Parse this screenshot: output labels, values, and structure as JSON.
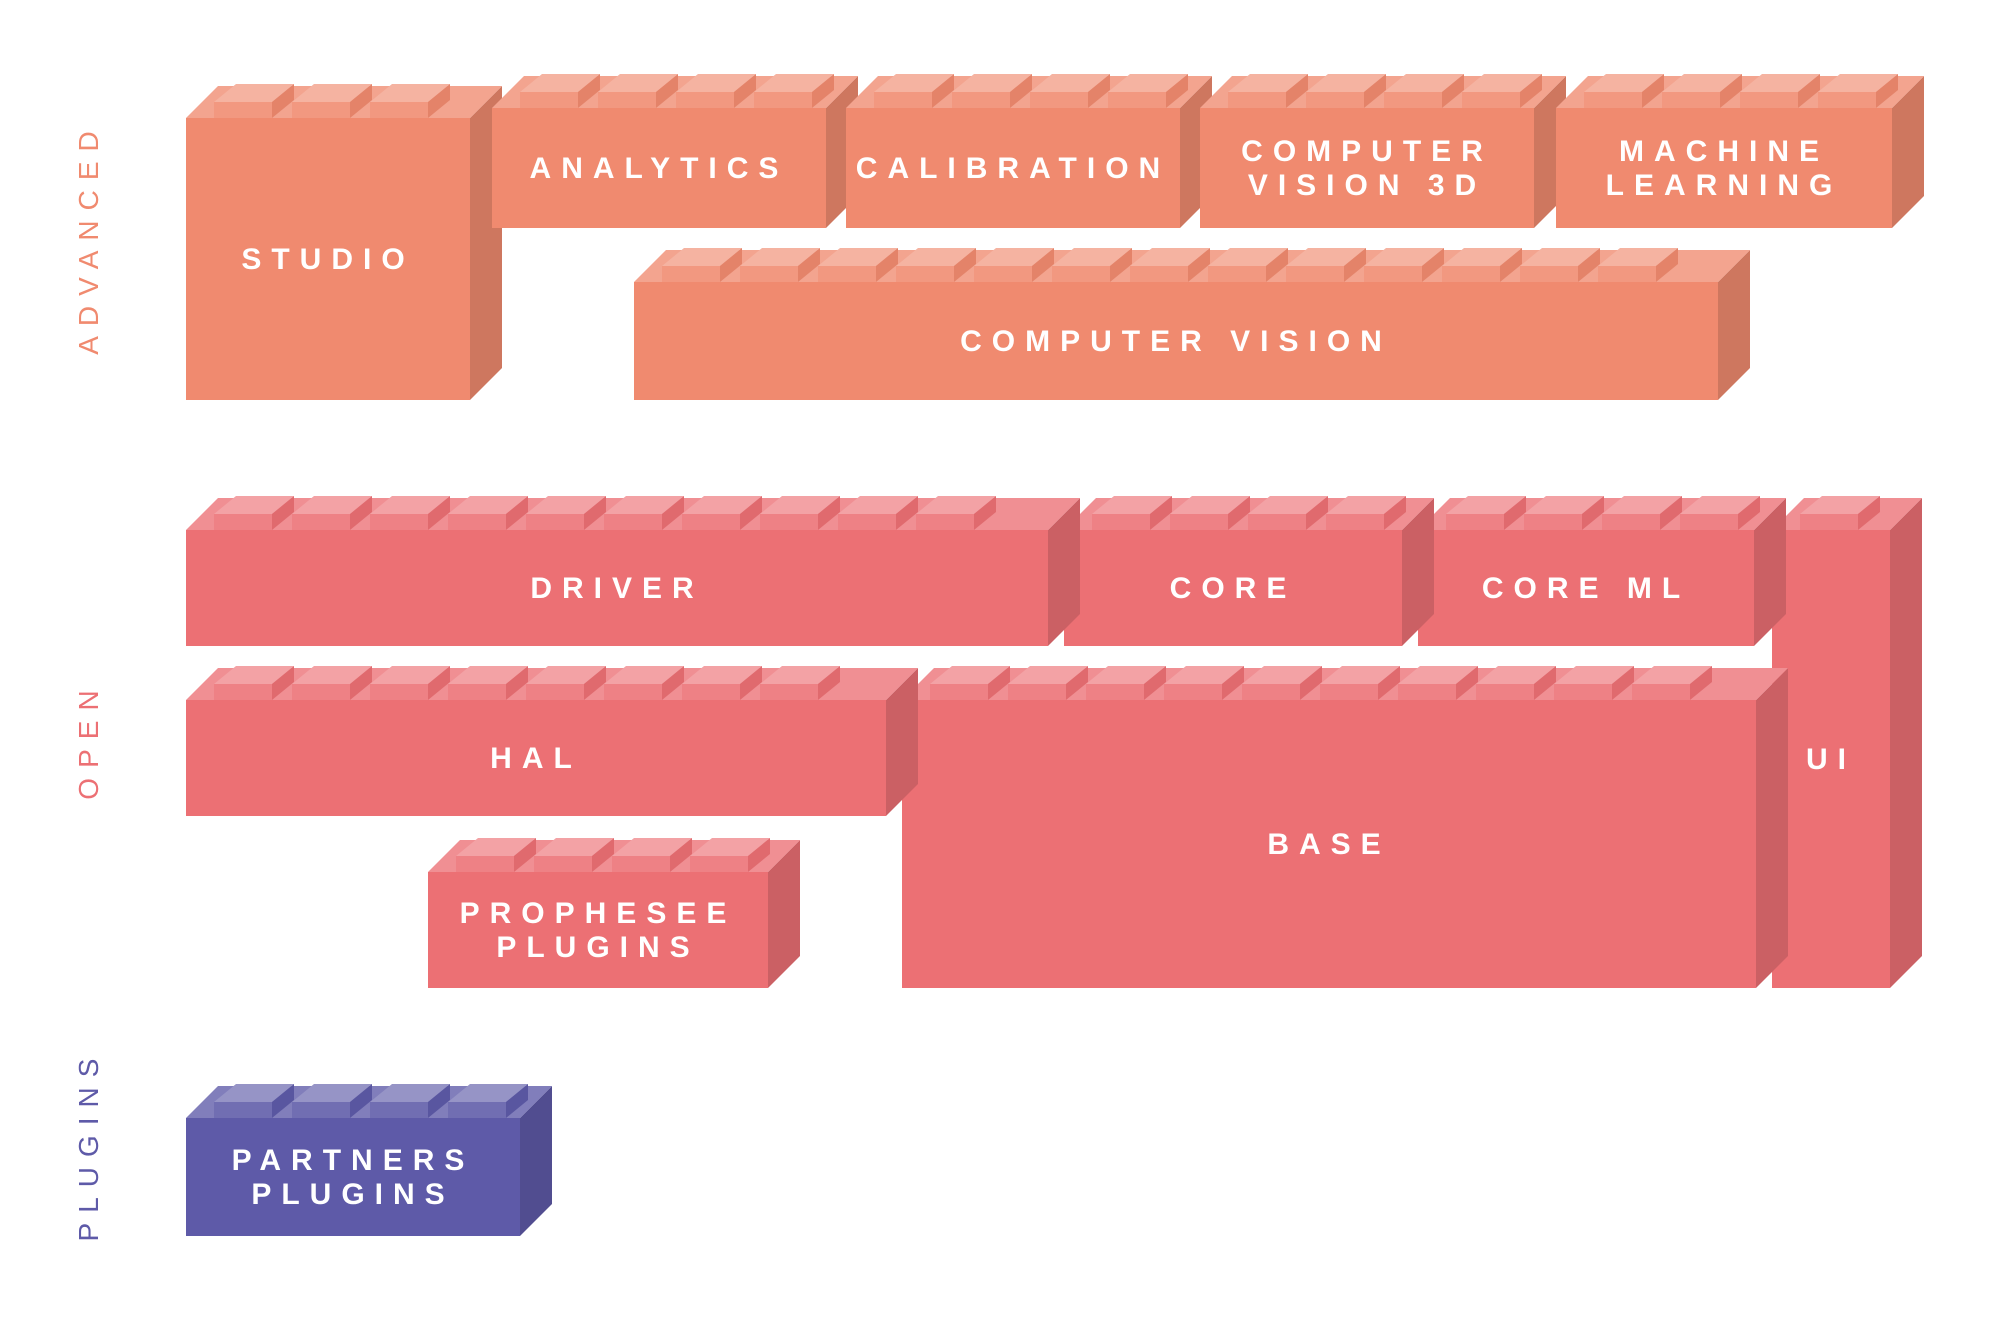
{
  "layers": {
    "advanced": {
      "label": "ADVANCED",
      "color": "#f08a6f",
      "bricks": [
        {
          "key": "studio",
          "lines": [
            "STUDIO"
          ]
        },
        {
          "key": "analytics",
          "lines": [
            "ANALYTICS"
          ]
        },
        {
          "key": "calibration",
          "lines": [
            "CALIBRATION"
          ]
        },
        {
          "key": "computer-vision-3d",
          "lines": [
            "COMPUTER",
            "VISION 3D"
          ]
        },
        {
          "key": "machine-learning",
          "lines": [
            "MACHINE",
            "LEARNING"
          ]
        },
        {
          "key": "computer-vision",
          "lines": [
            "COMPUTER VISION"
          ]
        }
      ]
    },
    "open": {
      "label": "OPEN",
      "color": "#ec7074",
      "bricks": [
        {
          "key": "driver",
          "lines": [
            "DRIVER"
          ]
        },
        {
          "key": "core",
          "lines": [
            "CORE"
          ]
        },
        {
          "key": "core-ml",
          "lines": [
            "CORE ML"
          ]
        },
        {
          "key": "ui",
          "lines": [
            "UI"
          ]
        },
        {
          "key": "hal",
          "lines": [
            "HAL"
          ]
        },
        {
          "key": "base",
          "lines": [
            "BASE"
          ]
        },
        {
          "key": "prophesee-plugins",
          "lines": [
            "PROPHESEE",
            "PLUGINS"
          ]
        }
      ]
    },
    "plugins": {
      "label": "PLUGINS",
      "color": "#5e5aa8",
      "bricks": [
        {
          "key": "partners-plugins",
          "lines": [
            "PARTNERS",
            "PLUGINS"
          ]
        }
      ]
    }
  }
}
